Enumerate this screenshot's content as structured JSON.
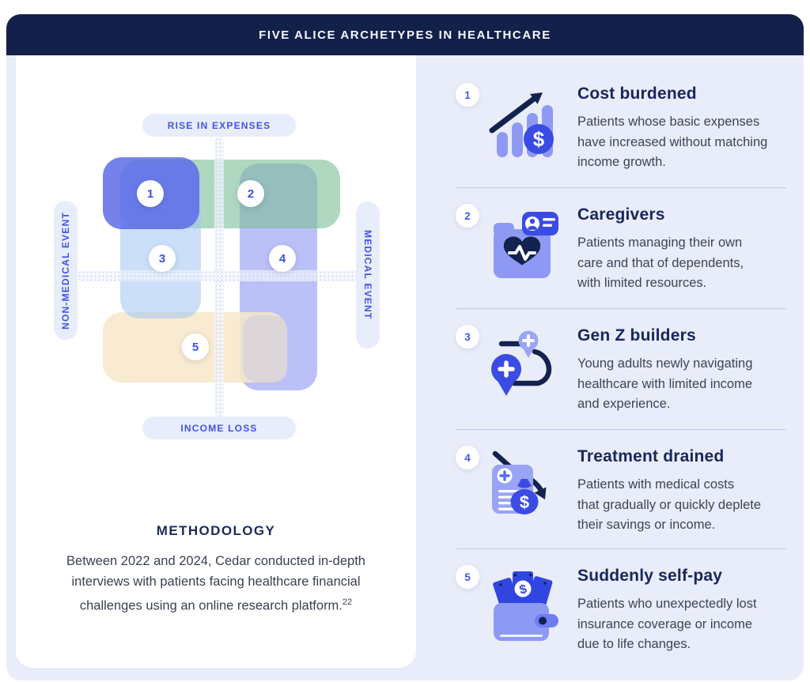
{
  "header": {
    "title": "FIVE ALICE ARCHETYPES IN HEALTHCARE"
  },
  "quadrant": {
    "axis_labels": {
      "top": "RISE IN EXPENSES",
      "bottom": "INCOME LOSS",
      "left": "NON-MEDICAL EVENT",
      "right": "MEDICAL EVENT"
    },
    "regions": [
      {
        "number": "1",
        "color": "#7682EC"
      },
      {
        "number": "2",
        "color": "#B0D7BF"
      },
      {
        "number": "3",
        "color": "#CBDFF9"
      },
      {
        "number": "4",
        "color": "#BBC2F8"
      },
      {
        "number": "5",
        "color": "#F8EBD1"
      }
    ]
  },
  "methodology": {
    "heading": "METHODOLOGY",
    "body_lines": [
      "Between 2022 and 2024, Cedar conducted in-depth",
      "interviews with patients facing healthcare financial",
      "challenges using an online research platform."
    ],
    "footnote": "22"
  },
  "archetypes": [
    {
      "number": "1",
      "title": "Cost burdened",
      "icon": "rising-chart-dollar-icon",
      "description_lines": [
        "Patients whose basic expenses",
        "have increased without matching",
        "income growth."
      ]
    },
    {
      "number": "2",
      "title": "Caregivers",
      "icon": "health-folder-id-badge-icon",
      "description_lines": [
        "Patients managing their own",
        "care and that of dependents,",
        "with limited resources."
      ]
    },
    {
      "number": "3",
      "title": "Gen Z builders",
      "icon": "map-pins-route-icon",
      "description_lines": [
        "Young adults newly navigating",
        "healthcare with limited income",
        "and experience."
      ]
    },
    {
      "number": "4",
      "title": "Treatment drained",
      "icon": "medical-bill-money-drain-icon",
      "description_lines": [
        "Patients with medical costs",
        "that gradually or quickly deplete",
        "their savings or income."
      ]
    },
    {
      "number": "5",
      "title": "Suddenly self-pay",
      "icon": "wallet-cash-icon",
      "description_lines": [
        "Patients who unexpectedly lost",
        "insurance coverage or income",
        "due to life changes."
      ]
    }
  ],
  "colors": {
    "navy": "#13204A",
    "accent_blue": "#3F53E7",
    "periwinkle": "#8D99F3",
    "lavender_bg": "#E9EDFA",
    "pill_bg": "#E8EDFB",
    "divider": "#C1CBF0",
    "green_region": "#B0D7BF",
    "cream_region": "#F8EBD1"
  }
}
